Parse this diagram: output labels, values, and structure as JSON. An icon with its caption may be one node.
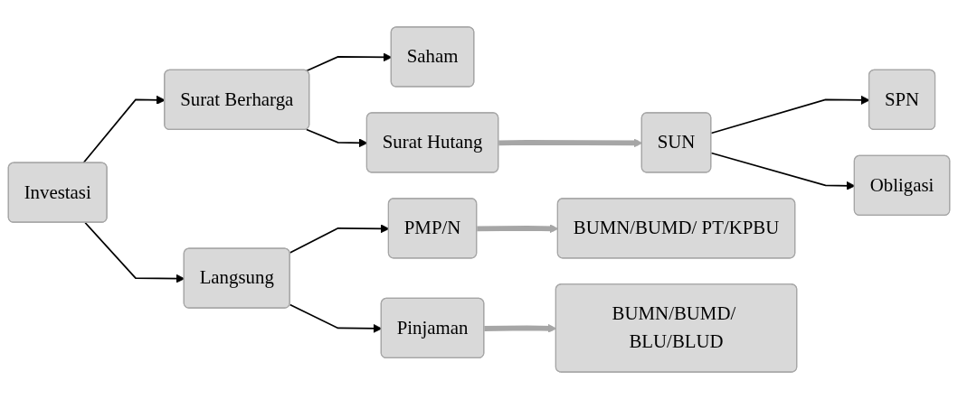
{
  "diagram": {
    "nodes": [
      {
        "text": [
          "Investasi"
        ]
      },
      {
        "text": [
          "Surat Berharga"
        ]
      },
      {
        "text": [
          "Saham"
        ]
      },
      {
        "text": [
          "Surat Hutang"
        ]
      },
      {
        "text": [
          "SUN"
        ]
      },
      {
        "text": [
          "SPN"
        ]
      },
      {
        "text": [
          "Obligasi"
        ]
      },
      {
        "text": [
          "Langsung"
        ]
      },
      {
        "text": [
          "PMP/N"
        ]
      },
      {
        "text": [
          "BUMN/BUMD/ PT/KPBU"
        ]
      },
      {
        "text": [
          "Pinjaman"
        ]
      },
      {
        "text": [
          "BUMN/BUMD/ BLU/BLUD"
        ]
      }
    ],
    "edges": [
      {
        "from": 0,
        "to": 1,
        "arrow": "to"
      },
      {
        "from": 0,
        "to": 7,
        "arrow": "to"
      },
      {
        "from": 1,
        "to": 2,
        "arrow": "to"
      },
      {
        "from": 1,
        "to": 3,
        "arrow": "to"
      },
      {
        "from": 3,
        "to": 4,
        "arrow": "to",
        "style": "thick",
        "color": "#a6a6a6"
      },
      {
        "from": 4,
        "to": 5,
        "arrow": "to"
      },
      {
        "from": 4,
        "to": 6,
        "arrow": "to"
      },
      {
        "from": 7,
        "to": 8,
        "arrow": "to"
      },
      {
        "from": 7,
        "to": 10,
        "arrow": "to"
      },
      {
        "from": 8,
        "to": 9,
        "arrow": "to",
        "style": "thick",
        "color": "#a6a6a6"
      },
      {
        "from": 10,
        "to": 11,
        "arrow": "to",
        "style": "thick",
        "color": "#a6a6a6"
      }
    ]
  }
}
